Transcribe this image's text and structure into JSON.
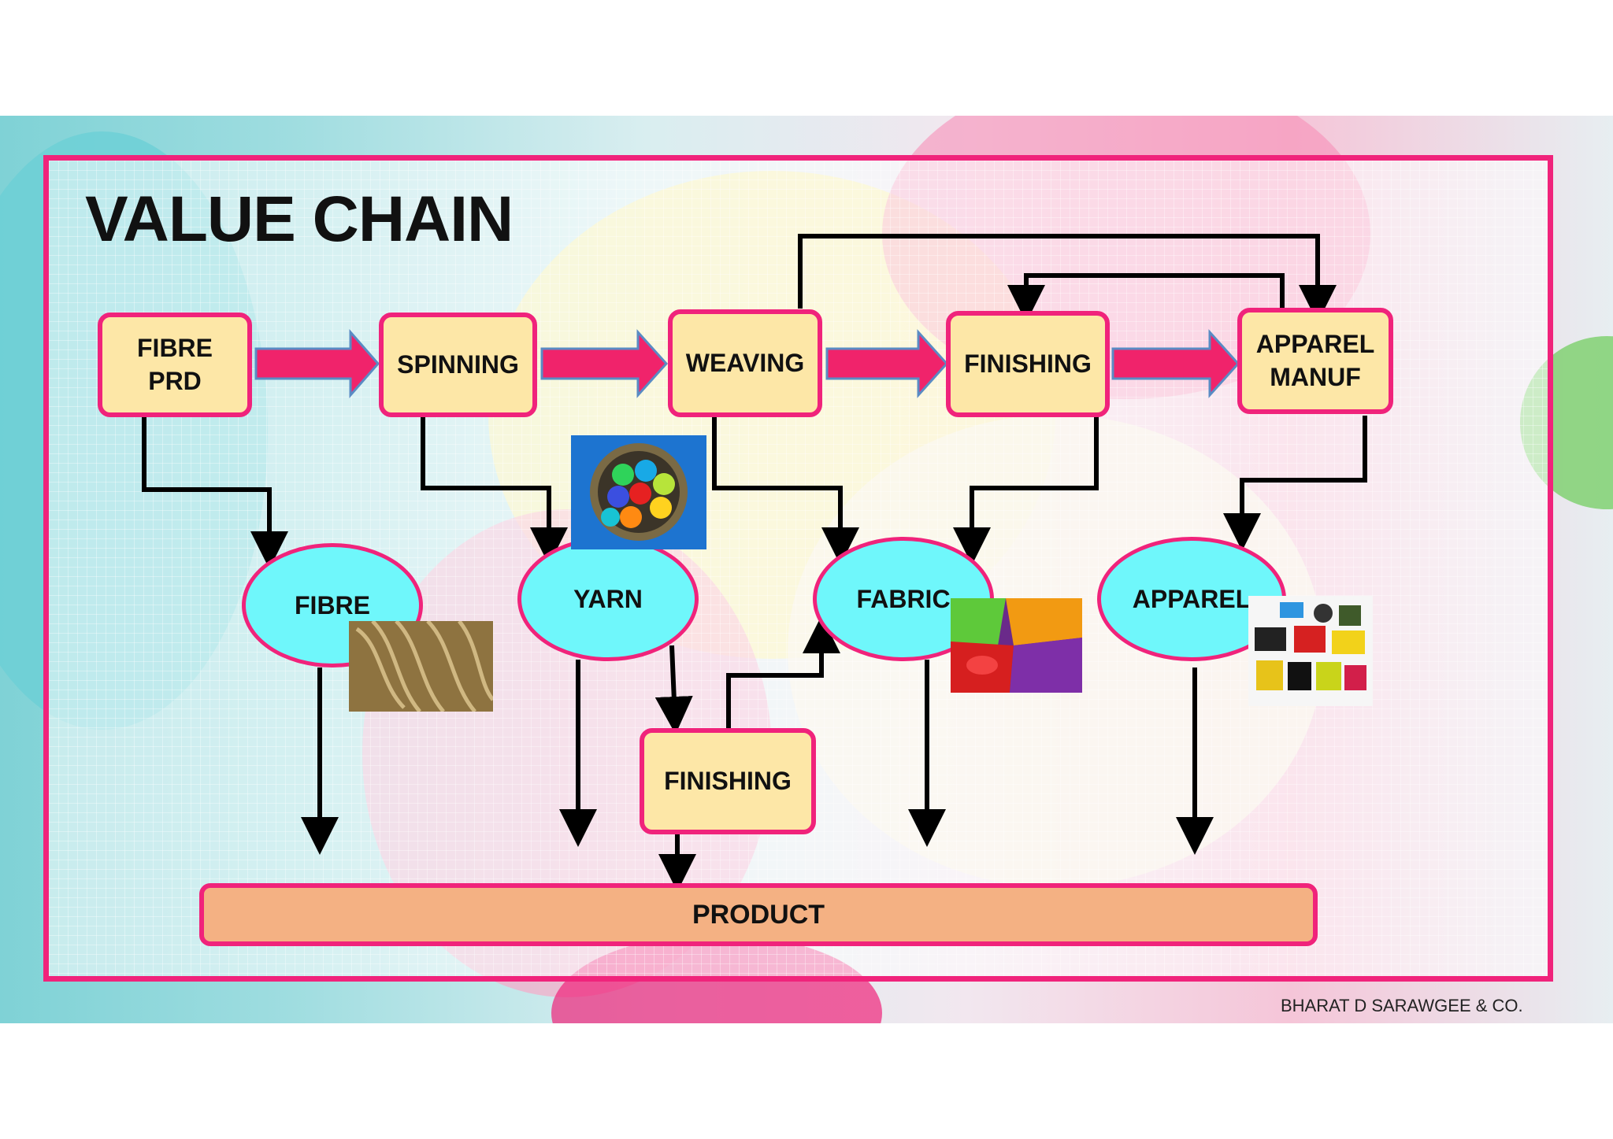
{
  "slide": {
    "title": "VALUE CHAIN",
    "footer": "BHARAT D SARAWGEE & CO."
  },
  "process_boxes": [
    {
      "id": "fibre-prd",
      "label": "FIBRE\nPRD"
    },
    {
      "id": "spinning",
      "label": "SPINNING"
    },
    {
      "id": "weaving",
      "label": "WEAVING"
    },
    {
      "id": "finishing-top",
      "label": "FINISHING"
    },
    {
      "id": "apparel-manuf",
      "label": "APPAREL\nMANUF"
    },
    {
      "id": "finishing-bottom",
      "label": "FINISHING"
    }
  ],
  "outputs": [
    {
      "id": "fibre",
      "label": "FIBRE"
    },
    {
      "id": "yarn",
      "label": "YARN"
    },
    {
      "id": "fabric",
      "label": "FABRIC"
    },
    {
      "id": "apparel",
      "label": "APPAREL"
    }
  ],
  "product": {
    "label": "PRODUCT"
  },
  "colors": {
    "border_pink": "#f0237b",
    "box_fill": "#fde7a7",
    "oval_fill": "#6ff7fb",
    "product_fill": "#f4b183",
    "arrow_fill": "#f0236b"
  },
  "images": [
    "rope-photo",
    "wool-bowl-photo",
    "silk-fabric-photo",
    "apparel-collage-photo"
  ]
}
